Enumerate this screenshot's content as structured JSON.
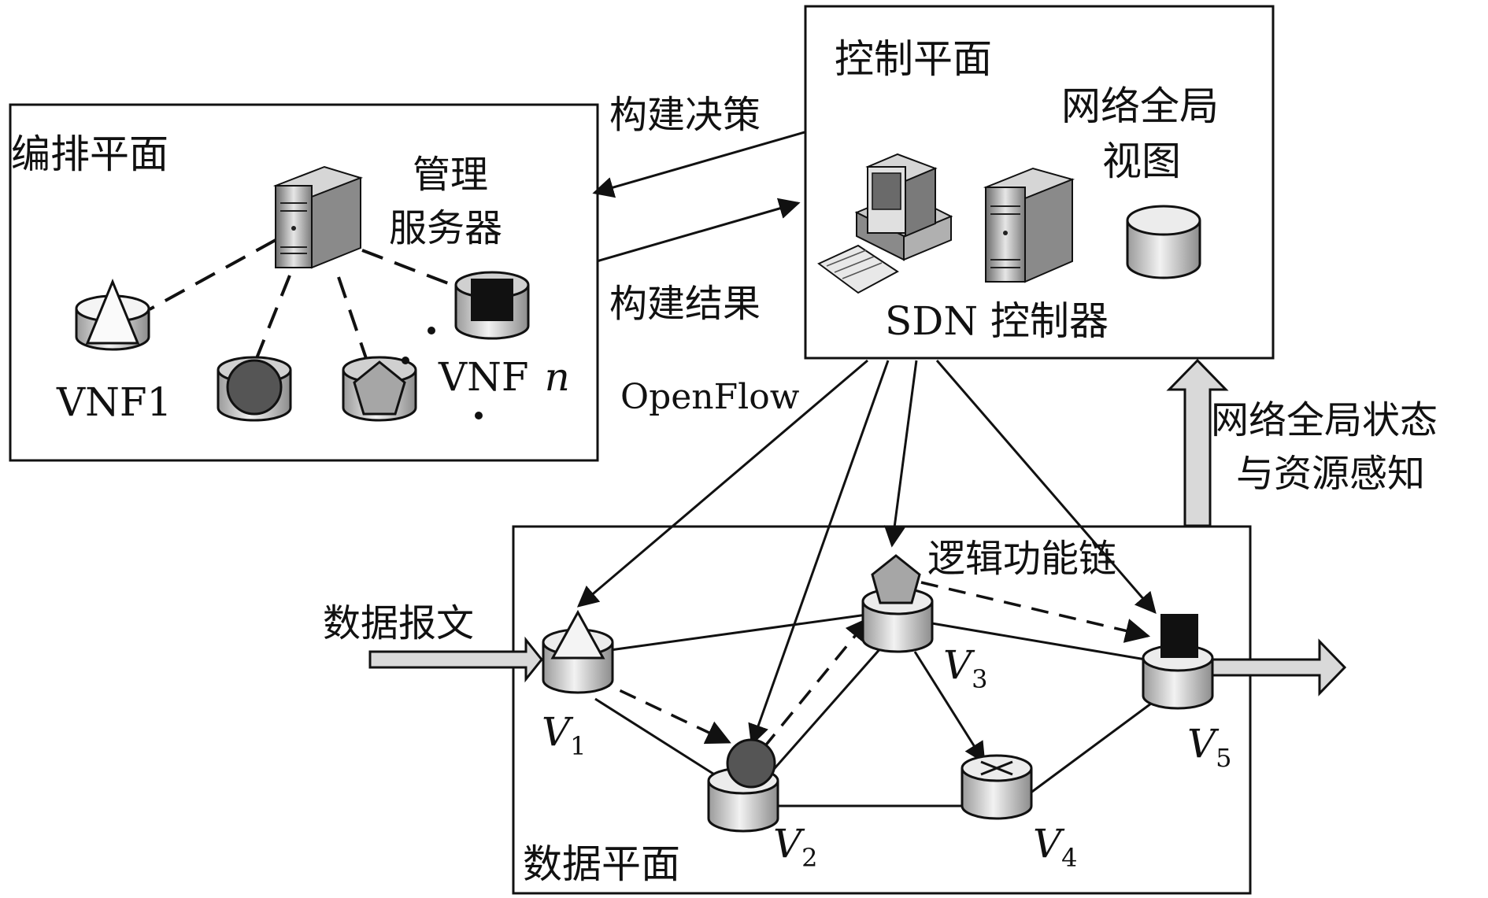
{
  "planes": {
    "orchestration": "编排平面",
    "control": "控制平面",
    "data": "数据平面"
  },
  "orchestration": {
    "server_label_1": "管理",
    "server_label_2": "服务器",
    "vnf1": "VNF1",
    "vnfn_prefix": "VNF",
    "vnfn_var": "n"
  },
  "control": {
    "view_1": "网络全局",
    "view_2": "视图",
    "controller": "SDN 控制器"
  },
  "links": {
    "build_decision": "构建决策",
    "build_result": "构建结果",
    "openflow": "OpenFlow",
    "state_1": "网络全局状态",
    "state_2": "与资源感知",
    "packet": "数据报文",
    "chain": "逻辑功能链"
  },
  "nodes": [
    {
      "var": "V",
      "sub": "1"
    },
    {
      "var": "V",
      "sub": "2"
    },
    {
      "var": "V",
      "sub": "3"
    },
    {
      "var": "V",
      "sub": "4"
    },
    {
      "var": "V",
      "sub": "5"
    }
  ],
  "colors": {
    "line": "#111111",
    "cylinder_light": "#e6e6e6",
    "cylinder_mid": "#b8b8b8",
    "vnf_circle": "#555555",
    "vnf_pentagon": "#a6a6a6",
    "vnf_square": "#111111"
  }
}
